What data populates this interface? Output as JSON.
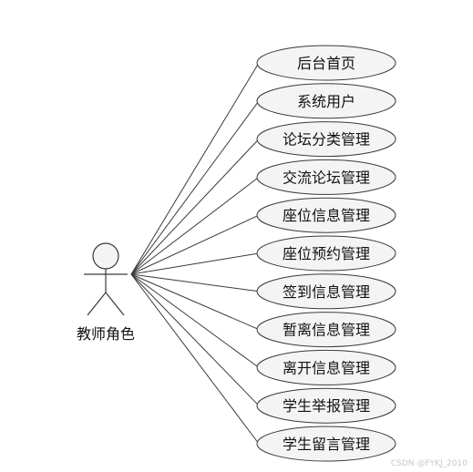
{
  "diagram": {
    "type": "uml-use-case",
    "actor": {
      "label": "教师角色",
      "icon": "stick-figure-actor-icon"
    },
    "use_cases": [
      {
        "label": "后台首页"
      },
      {
        "label": "系统用户"
      },
      {
        "label": "论坛分类管理"
      },
      {
        "label": "交流论坛管理"
      },
      {
        "label": "座位信息管理"
      },
      {
        "label": "座位预约管理"
      },
      {
        "label": "签到信息管理"
      },
      {
        "label": "暂离信息管理"
      },
      {
        "label": "离开信息管理"
      },
      {
        "label": "学生举报管理"
      },
      {
        "label": "学生留言管理"
      }
    ],
    "colors": {
      "ellipse_fill": "#f4f4f4",
      "stroke": "#3a3a3a",
      "text": "#111111"
    }
  },
  "watermark": "CSDN @FYKJ_2010"
}
